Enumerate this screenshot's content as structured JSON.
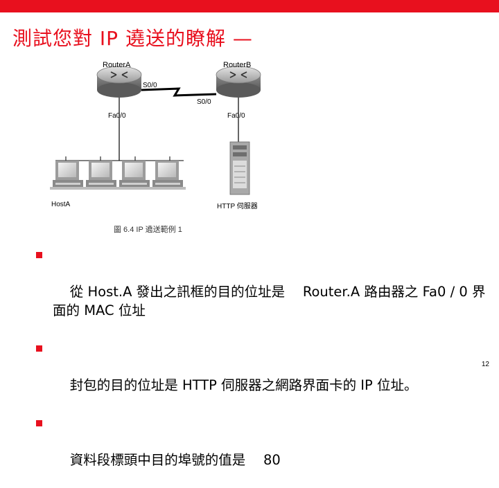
{
  "slide": {
    "title": "測試您對 IP 遶送的瞭解 —",
    "page_number": "12"
  },
  "diagram": {
    "router_a_label": "RouterA",
    "router_b_label": "RouterB",
    "router_a_serial": "S0/0",
    "router_b_serial": "S0/0",
    "router_a_fast": "Fa0/0",
    "router_b_fast": "Fa0/0",
    "host_label": "HostA",
    "server_label": "HTTP 伺服器",
    "caption": "圖 6.4 IP 遶送範例 1"
  },
  "bullets": [
    "從 Host.A 發出之訊框的目的位址是　 Router.A 路由器之 Fa0 / 0 界面的 MAC 位址",
    "封包的目的位址是 HTTP 伺服器之網路界面卡的 IP 位址。",
    "資料段標頭中目的埠號的值是　 80"
  ],
  "colors": {
    "accent": "#e8101e"
  }
}
